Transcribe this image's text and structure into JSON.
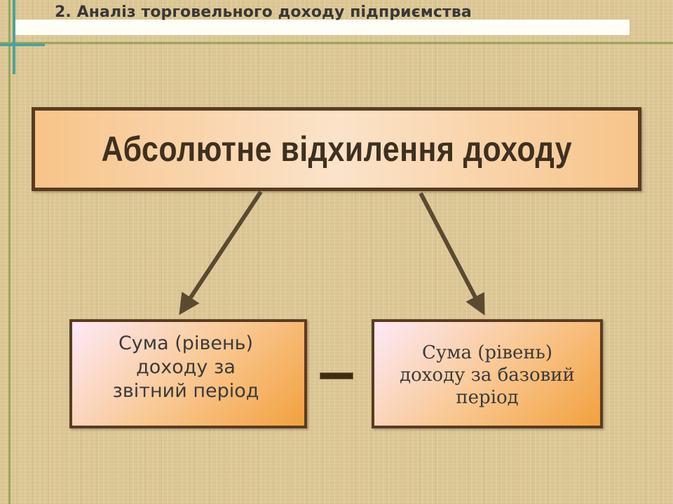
{
  "slide": {
    "title": "2. Аналіз торговельного доходу підприємства"
  },
  "diagram": {
    "main_box": {
      "label": "Абсолютне відхилення доходу"
    },
    "left_box": {
      "lines": [
        "Сума (рівень)",
        "доходу за",
        "звітний період"
      ]
    },
    "operator": {
      "symbol": "minus"
    },
    "right_box": {
      "lines": [
        "Сума (рівень)",
        "доходу за базовий",
        "період"
      ]
    }
  },
  "colors": {
    "background": "#dcc795",
    "box_border": "#5b3b20",
    "main_box_fill": "#f7c489",
    "arrow": "#5a4a30",
    "accent_teal": "#4aa39c",
    "accent_olive": "#9aa65a"
  }
}
